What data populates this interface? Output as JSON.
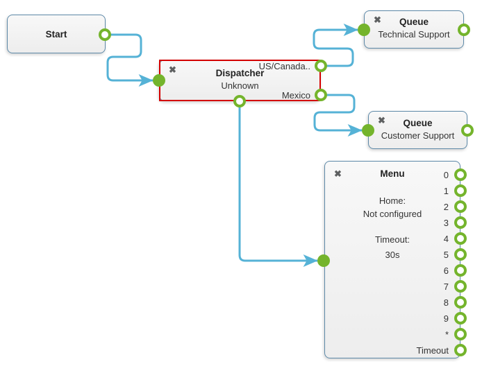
{
  "diagram": {
    "icons": {
      "delete": "✖"
    },
    "colors": {
      "connection_blue": "#55b2d6",
      "port_green": "#74b42c",
      "node_border_blue": "#5d89a8",
      "node_fill": "#f2f2f2",
      "selection_red": "#d40000"
    },
    "nodes": {
      "start": {
        "title": "Start"
      },
      "dispatcher": {
        "title": "Dispatcher",
        "subtitle": "Unknown",
        "selected": true,
        "outputs": {
          "us_canada": "US/Canada..",
          "mexico": "Mexico"
        }
      },
      "queue_technical": {
        "title": "Queue",
        "subtitle": "Technical Support"
      },
      "queue_customer": {
        "title": "Queue",
        "subtitle": "Customer Support"
      },
      "menu": {
        "title": "Menu",
        "home_label": "Home:",
        "home_value": "Not configured",
        "timeout_label": "Timeout:",
        "timeout_value": "30s",
        "ports": [
          "0",
          "1",
          "2",
          "3",
          "4",
          "5",
          "6",
          "7",
          "8",
          "9",
          "*",
          "Timeout"
        ]
      }
    }
  }
}
